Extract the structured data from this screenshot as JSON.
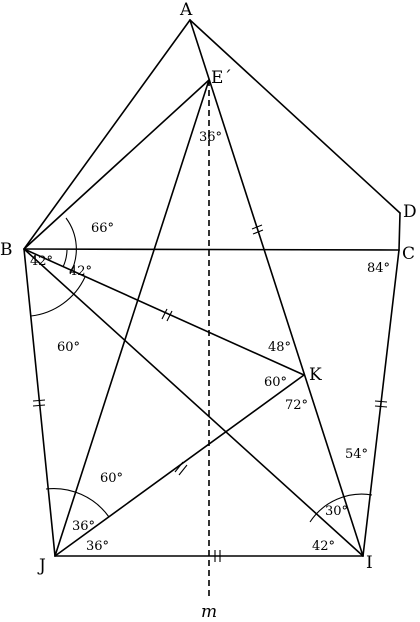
{
  "points": {
    "A": "A",
    "B": "B",
    "C": "C",
    "D": "D",
    "E": "E´",
    "I": "I",
    "J": "J",
    "K": "K"
  },
  "axis_label": "m",
  "angles": {
    "B_66": "66°",
    "B_42_inner": "42°",
    "B_42_left": "42°",
    "B_60": "60°",
    "C_84": "84°",
    "E_36": "36°",
    "K_48": "48°",
    "K_60": "60°",
    "K_72": "72°",
    "J_60": "60°",
    "J_36_upper": "36°",
    "J_36_lower": "36°",
    "I_54": "54°",
    "I_30": "30°",
    "I_42": "42°"
  }
}
